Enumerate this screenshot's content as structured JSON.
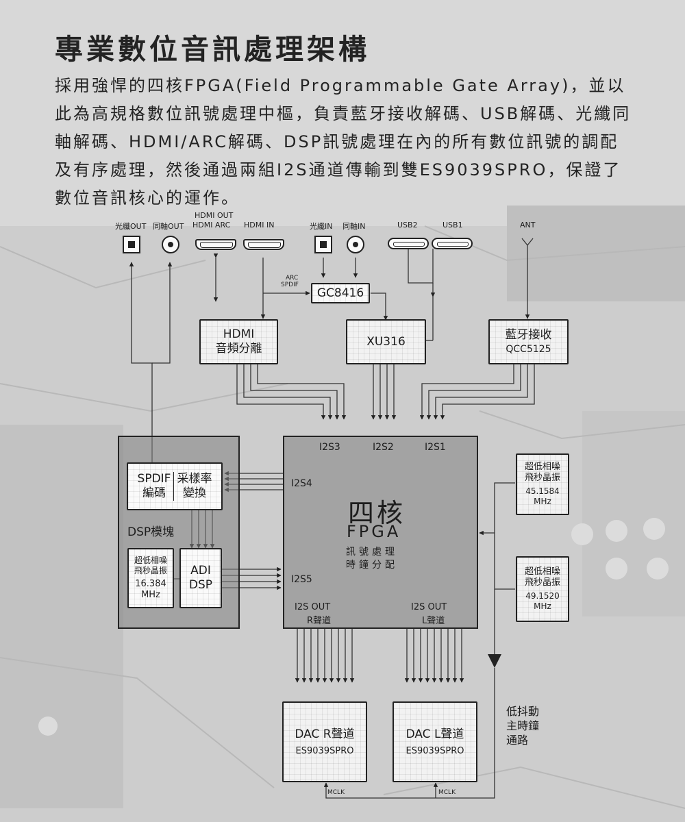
{
  "title": "專業數位音訊處理架構",
  "intro": "採用強悍的四核FPGA(Field Programmable Gate Array)，並以此為高規格數位訊號處理中樞，負責藍牙接收解碼、USB解碼、光纖同軸解碼、HDMI/ARC解碼、DSP訊號處理在內的所有數位訊號的調配及有序處理，然後通過兩組I2S通道傳輸到雙ES9039SPRO，保證了數位音訊核心的運作。",
  "ports": {
    "optical_out": "光纖OUT",
    "coax_out": "同軸OUT",
    "hdmi_out_line1": "HDMI OUT",
    "hdmi_out_line2": "HDMI ARC",
    "hdmi_in": "HDMI IN",
    "optical_in": "光纖IN",
    "coax_in": "同軸IN",
    "usb2": "USB2",
    "usb1": "USB1",
    "ant": "ANT"
  },
  "arc_spdif_line1": "ARC",
  "arc_spdif_line2": "SPDIF",
  "chips": {
    "gc8416": "GC8416",
    "hdmi_line1": "HDMI",
    "hdmi_line2": "音頻分離",
    "xu316": "XU316",
    "bt_line1": "藍牙接收",
    "bt_line2": "QCC5125"
  },
  "dsp": {
    "module_label": "DSP模塊",
    "spdif_line1": "SPDIF",
    "spdif_line2": "編碼",
    "src_line1": "采樣率",
    "src_line2": "變換",
    "osc_line1": "超低相噪",
    "osc_line2": "飛秒晶振",
    "osc_line3": "16.384",
    "osc_line4": "MHz",
    "adi_line1": "ADI",
    "adi_line2": "DSP"
  },
  "fpga": {
    "i2s3": "I2S3",
    "i2s2": "I2S2",
    "i2s1": "I2S1",
    "i2s4": "I2S4",
    "i2s5": "I2S5",
    "big_line1": "四核",
    "big_line2": "FPGA",
    "sub_line1": "訊號處理",
    "sub_line2": "時鐘分配",
    "out_r_line1": "I2S OUT",
    "out_r_line2": "R聲道",
    "out_l_line1": "I2S OUT",
    "out_l_line2": "L聲道"
  },
  "clocks": {
    "clk1_line1": "超低相噪",
    "clk1_line2": "飛秒晶振",
    "clk1_line3": "45.1584",
    "clk1_line4": "MHz",
    "clk2_line1": "超低相噪",
    "clk2_line2": "飛秒晶振",
    "clk2_line3": "49.1520",
    "clk2_line4": "MHz"
  },
  "dacs": {
    "r_line1": "DAC R聲道",
    "r_line2": "ES9039SPRO",
    "l_line1": "DAC L聲道",
    "l_line2": "ES9039SPRO"
  },
  "jitter_line1": "低抖動",
  "jitter_line2": "主時鐘",
  "jitter_line3": "通路",
  "mclk_r": "MCLK",
  "mclk_l": "MCLK"
}
